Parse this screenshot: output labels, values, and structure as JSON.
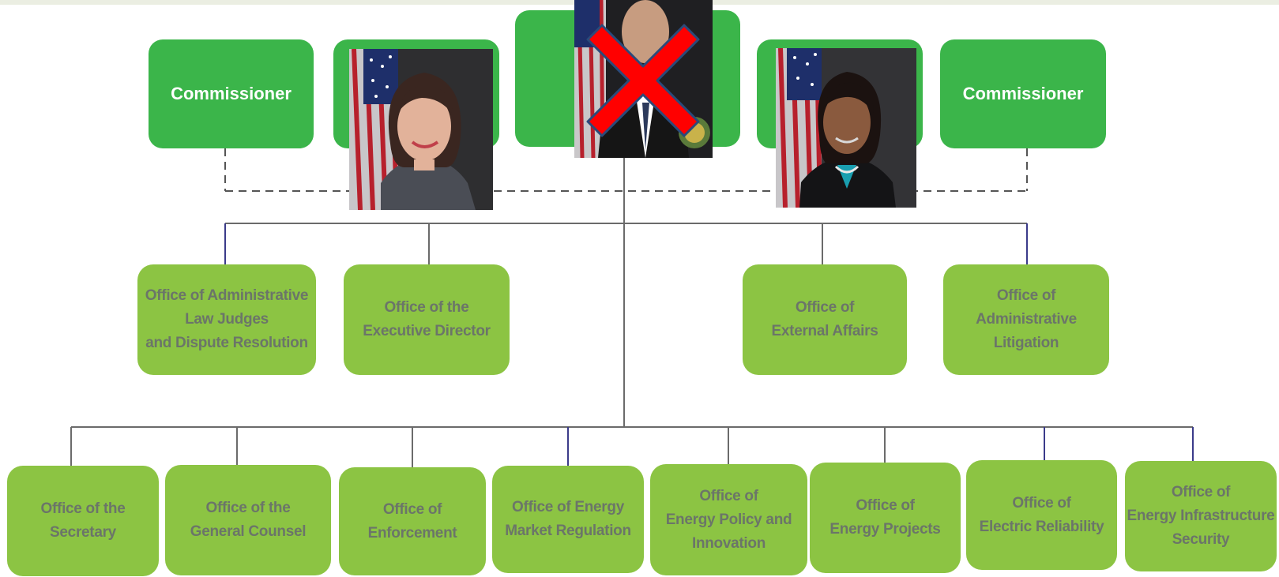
{
  "colors": {
    "top_box": "#3bb54a",
    "office_box": "#8cc443",
    "office_text": "#6b7569",
    "line": "#6b6b6b",
    "dashed_line": "#555555",
    "x_mark": "#ff0000",
    "x_mark_outline": "#2b4a7a"
  },
  "commissioners": [
    {
      "label": "Commissioner"
    },
    {
      "label": "Commissioner"
    }
  ],
  "photos": [
    {
      "name": "commissioner-portrait-left",
      "x_crossed": false
    },
    {
      "name": "chairman-portrait",
      "x_crossed": true
    },
    {
      "name": "commissioner-portrait-right",
      "x_crossed": false
    }
  ],
  "x_mark_icon": "red-x-icon",
  "offices_row1": [
    {
      "label": "Office of Administrative\nLaw Judges\nand Dispute Resolution"
    },
    {
      "label": "Office of the\nExecutive Director"
    },
    {
      "label": "Office of\nExternal Affairs"
    },
    {
      "label": "Office of\nAdministrative\nLitigation"
    }
  ],
  "offices_row2": [
    {
      "label": "Office of the\nSecretary"
    },
    {
      "label": "Office of the\nGeneral Counsel"
    },
    {
      "label": "Office of\nEnforcement"
    },
    {
      "label": "Office of Energy\nMarket Regulation"
    },
    {
      "label": "Office of\nEnergy Policy and\nInnovation"
    },
    {
      "label": "Office of\nEnergy Projects"
    },
    {
      "label": "Office of\nElectric Reliability"
    },
    {
      "label": "Office of\nEnergy Infrastructure\nSecurity"
    }
  ]
}
